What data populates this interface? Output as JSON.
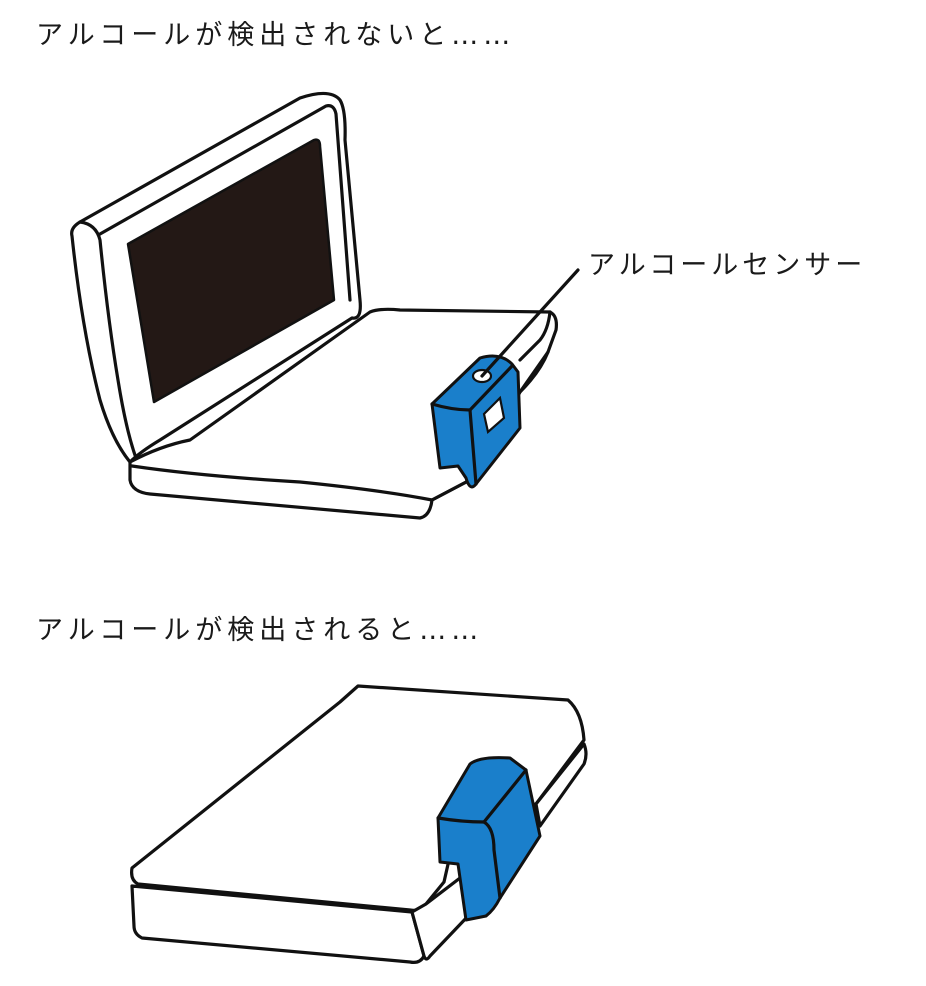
{
  "captions": {
    "not_detected": "アルコールが検出されないと……",
    "detected": "アルコールが検出されると……"
  },
  "labels": {
    "sensor": "アルコールセンサー"
  },
  "colors": {
    "sensor_blue": "#1a7fcb",
    "screen": "#231815",
    "outline": "#111111"
  }
}
